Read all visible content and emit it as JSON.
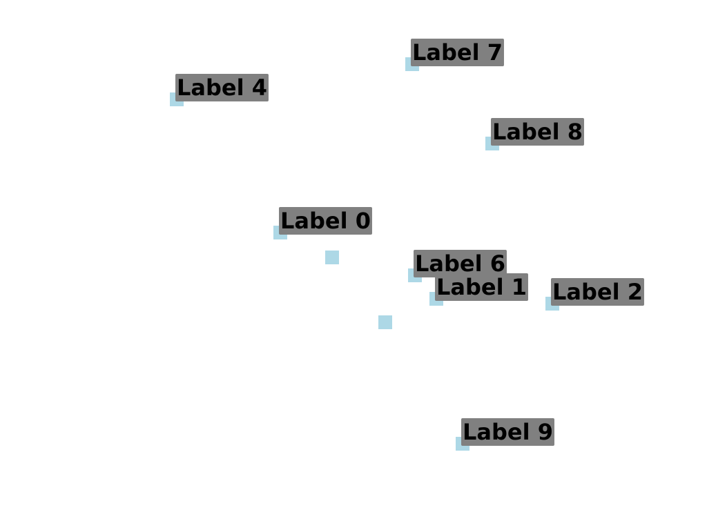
{
  "colors": {
    "marker": "#add8e6",
    "label_bg": "#808080",
    "label_text": "#000000",
    "background": "#ffffff"
  },
  "chart_data": {
    "type": "scatter",
    "grid": false,
    "axes_visible": false,
    "points": [
      {
        "label": "Label 0",
        "x": 4.06,
        "y": 3.53
      },
      {
        "label": "Label 1",
        "x": 6.32,
        "y": 2.57
      },
      {
        "label": "Label 2",
        "x": 8.0,
        "y": 2.5
      },
      {
        "label": "",
        "x": 4.81,
        "y": 3.17
      },
      {
        "label": "Label 4",
        "x": 2.56,
        "y": 5.46
      },
      {
        "label": "",
        "x": 5.58,
        "y": 2.23
      },
      {
        "label": "Label 6",
        "x": 6.01,
        "y": 2.91
      },
      {
        "label": "Label 7",
        "x": 5.97,
        "y": 5.97
      },
      {
        "label": "Label 8",
        "x": 7.13,
        "y": 4.82
      },
      {
        "label": "Label 9",
        "x": 6.7,
        "y": 0.47
      }
    ]
  }
}
